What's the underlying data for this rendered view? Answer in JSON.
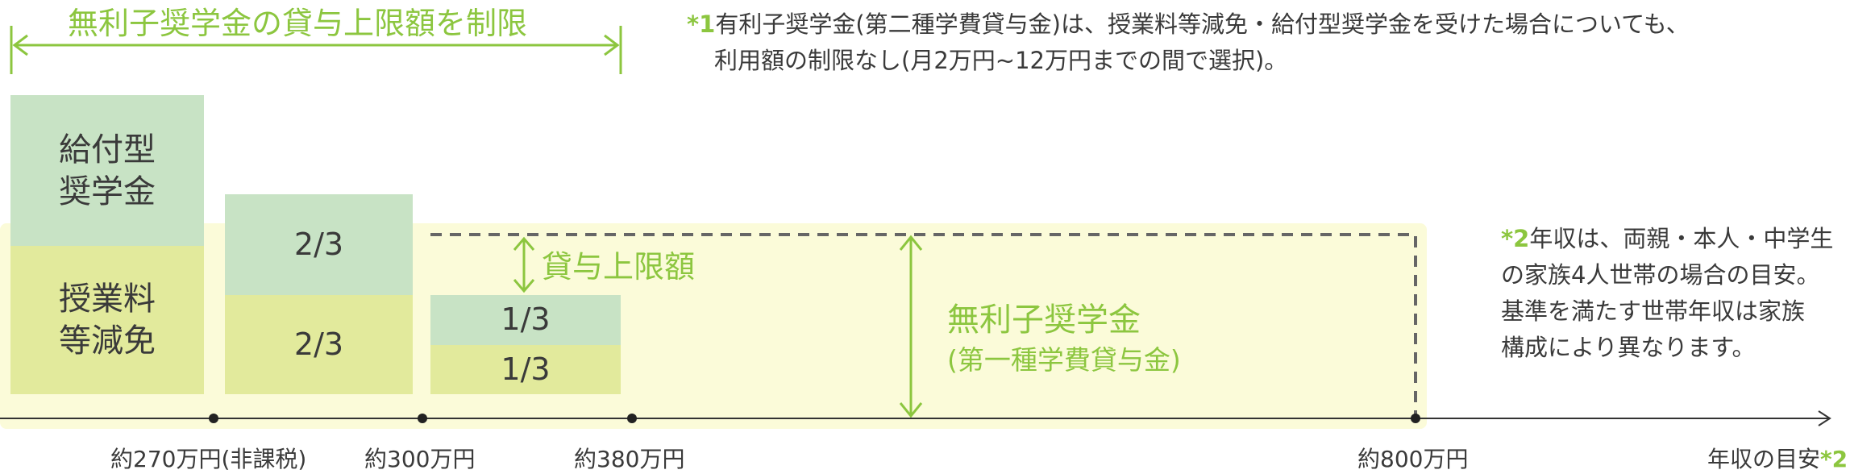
{
  "top_bracket": {
    "label": "無利子奨学金の貸与上限額を制限"
  },
  "note1": {
    "marker": "*1",
    "line1": "有利子奨学金(第二種学費貸与金)は、授業料等減免・給付型奨学金を受けた場合についても、",
    "line2": "利用額の制限なし(月2万円~12万円までの間で選択)。"
  },
  "note2": {
    "marker": "*2",
    "lines": [
      "年収は、両親・本人・中学生",
      "の家族4人世帯の場合の目安。",
      "基準を満たす世帯年収は家族",
      "構成により異なります。"
    ]
  },
  "blocks": {
    "grant": [
      "給付型",
      "奨学金"
    ],
    "tuition": [
      "授業料",
      "等減免"
    ],
    "col2_top": "2/3",
    "col2_bottom": "2/3",
    "col3_top": "1/3",
    "col3_bottom": "1/3"
  },
  "loan_limit_label": "貸与上限額",
  "interest_free": {
    "line1": "無利子奨学金",
    "line2": "(第一種学費貸与金)"
  },
  "axis": {
    "ticks": [
      "約270万円(非課税)",
      "約300万円",
      "約380万円",
      "約800万円"
    ],
    "end_label": "年収の目安",
    "end_marker": "*2"
  },
  "colors": {
    "accent": "#8cc63f",
    "light_yellow": "#fbfbd9",
    "grant_green": "#c8e3c5",
    "tuition_yellow": "#e2ea9c",
    "text": "#3a3a3a",
    "dash": "#666666"
  }
}
